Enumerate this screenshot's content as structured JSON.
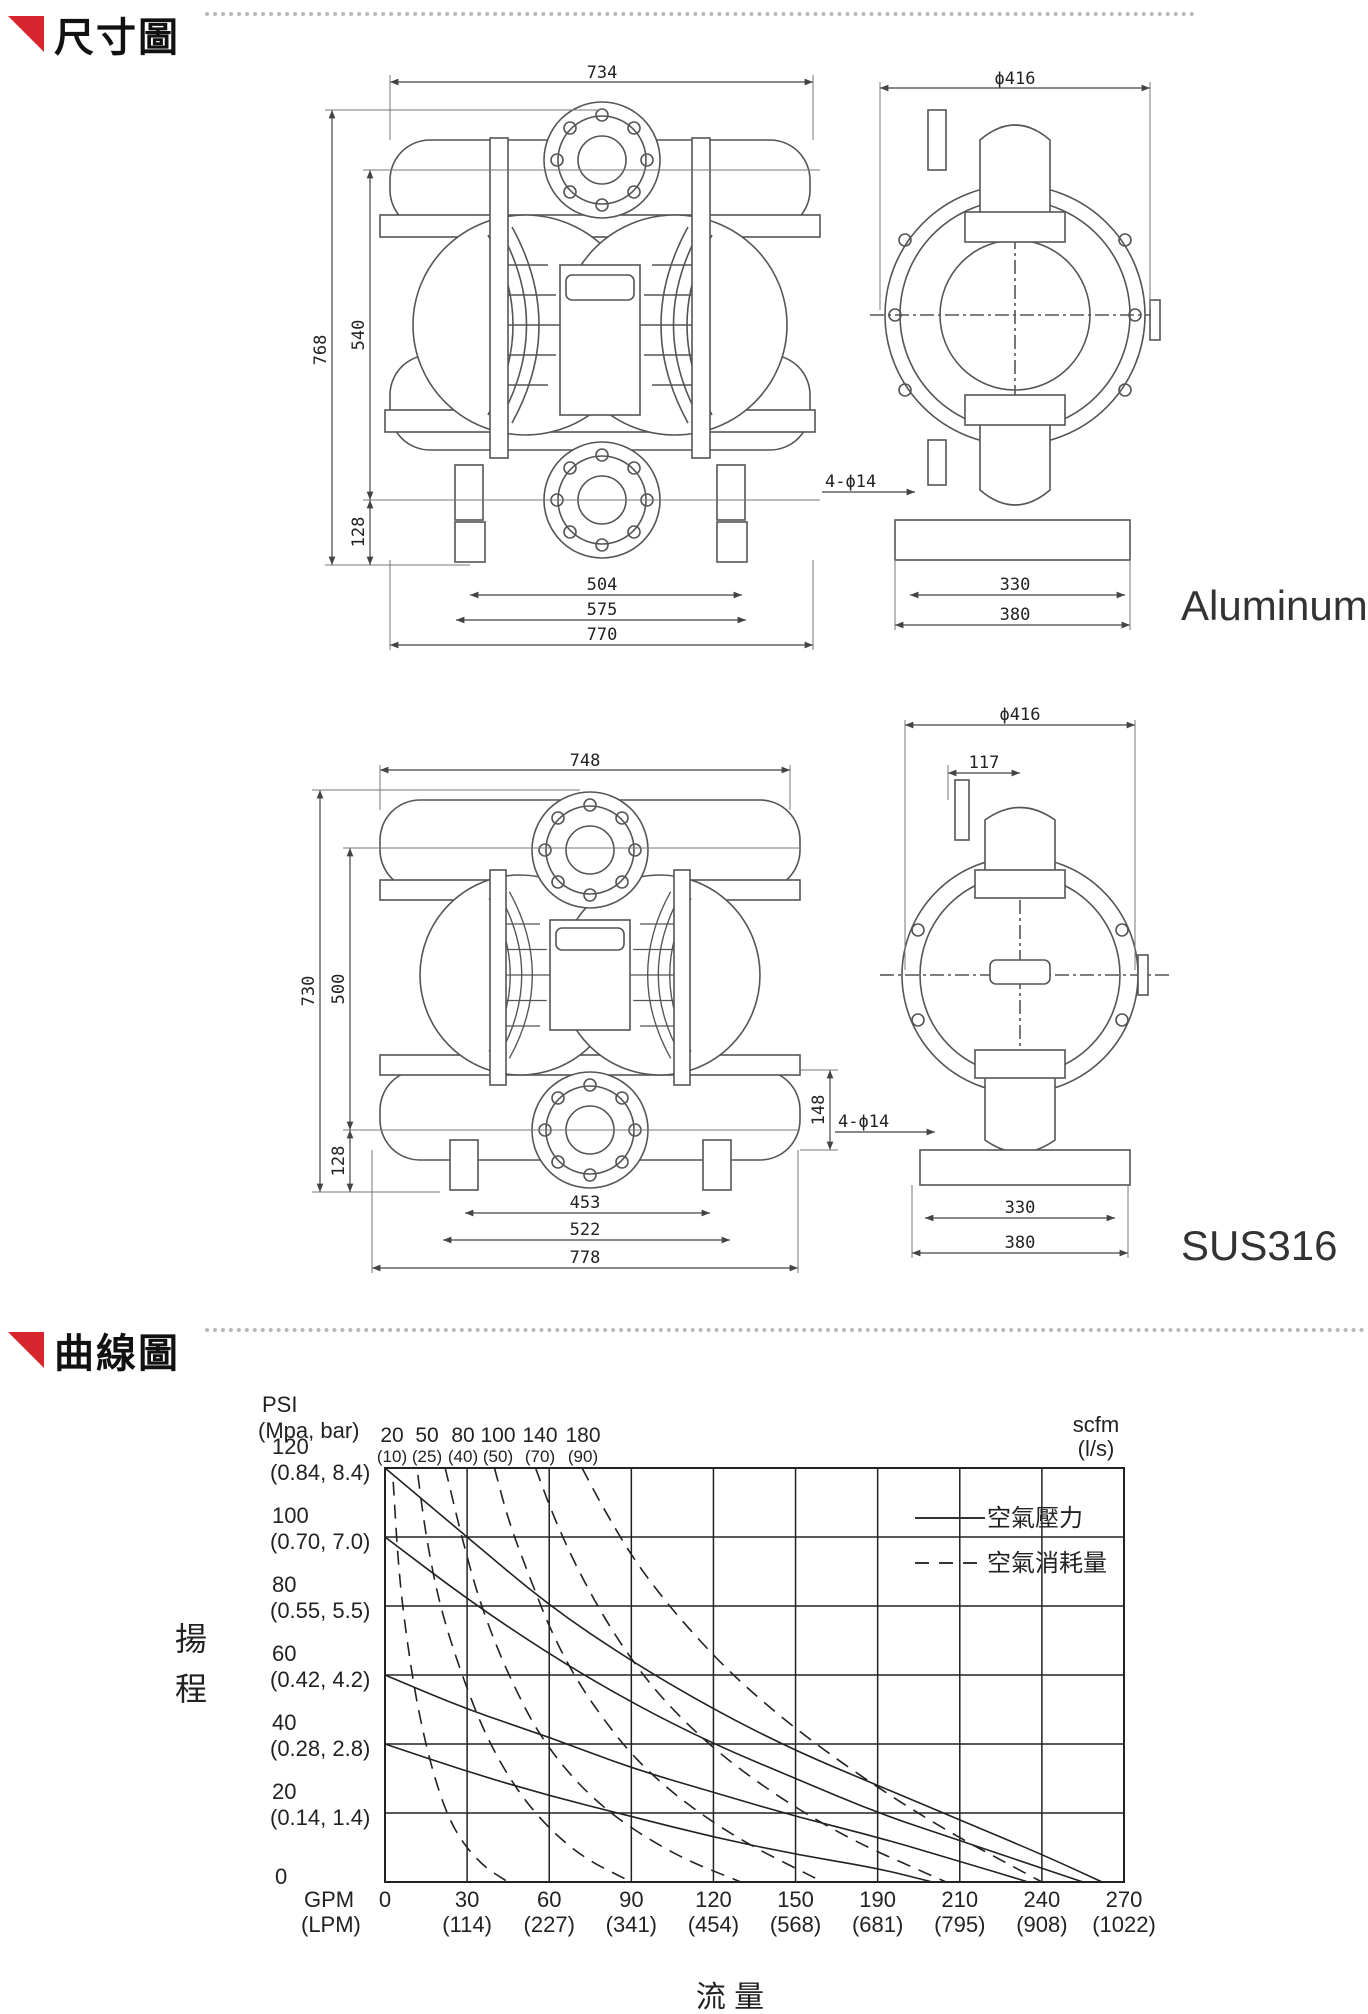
{
  "sections": {
    "dimensions": "尺寸圖",
    "curve": "曲線圖"
  },
  "materials": {
    "aluminum": "Aluminum",
    "sus316": "SUS316"
  },
  "aluminum_dims": {
    "width_top": "734",
    "phi_side": "ϕ416",
    "height_total": "768",
    "height_inner": "540",
    "height_base": "128",
    "bolt": "4-ϕ14",
    "base_504": "504",
    "base_575": "575",
    "base_770": "770",
    "side_330": "330",
    "side_380": "380"
  },
  "sus_dims": {
    "width_top": "748",
    "phi_side": "ϕ416",
    "offset_117": "117",
    "height_total": "730",
    "height_inner": "500",
    "height_base": "128",
    "height_148": "148",
    "bolt": "4-ϕ14",
    "base_453": "453",
    "base_522": "522",
    "base_778": "778",
    "side_330": "330",
    "side_380": "380"
  },
  "chart_data": {
    "type": "line",
    "yaxis_title": "PSI",
    "yaxis_subtitle": "(Mpa, bar)",
    "ylabel_cn": [
      "揚",
      "程"
    ],
    "xlabel_cn": "流 量",
    "xunit_top": "GPM",
    "xunit_bottom": "(LPM)",
    "scfm_label": "scfm",
    "scfm_sub": "(l/s)",
    "legend_solid": "空氣壓力",
    "legend_dashed": "空氣消耗量",
    "xlim": [
      0,
      270
    ],
    "ylim": [
      0,
      120
    ],
    "y_ticks": [
      {
        "v": 0,
        "a": "0",
        "b": ""
      },
      {
        "v": 20,
        "a": "20",
        "b": "(0.14, 1.4)"
      },
      {
        "v": 40,
        "a": "40",
        "b": "(0.28, 2.8)"
      },
      {
        "v": 60,
        "a": "60",
        "b": "(0.42, 4.2)"
      },
      {
        "v": 80,
        "a": "80",
        "b": "(0.55, 5.5)"
      },
      {
        "v": 100,
        "a": "100",
        "b": "(0.70, 7.0)"
      },
      {
        "v": 120,
        "a": "120",
        "b": "(0.84, 8.4)"
      }
    ],
    "x_ticks": [
      {
        "v": 0,
        "a": "0",
        "b": ""
      },
      {
        "v": 30,
        "a": "30",
        "b": "(114)"
      },
      {
        "v": 60,
        "a": "60",
        "b": "(227)"
      },
      {
        "v": 90,
        "a": "90",
        "b": "(341)"
      },
      {
        "v": 120,
        "a": "120",
        "b": "(454)"
      },
      {
        "v": 150,
        "a": "150",
        "b": "(568)"
      },
      {
        "v": 180,
        "a": "190",
        "b": "(681)"
      },
      {
        "v": 210,
        "a": "210",
        "b": "(795)"
      },
      {
        "v": 240,
        "a": "240",
        "b": "(908)"
      },
      {
        "v": 270,
        "a": "270",
        "b": "(1022)"
      }
    ],
    "scfm_ticks": [
      {
        "a": "20",
        "b": "(10)"
      },
      {
        "a": "50",
        "b": "(25)"
      },
      {
        "a": "80",
        "b": "(40)"
      },
      {
        "a": "100",
        "b": "(50)"
      },
      {
        "a": "140",
        "b": "(70)"
      },
      {
        "a": "180",
        "b": "(90)"
      }
    ],
    "pressure_curves": [
      [
        [
          0,
          120
        ],
        [
          30,
          100
        ],
        [
          60,
          80
        ],
        [
          90,
          64
        ],
        [
          120,
          50
        ],
        [
          150,
          38
        ],
        [
          180,
          28
        ],
        [
          210,
          18
        ],
        [
          240,
          8
        ],
        [
          262,
          0
        ]
      ],
      [
        [
          0,
          100
        ],
        [
          30,
          82
        ],
        [
          60,
          66
        ],
        [
          90,
          52
        ],
        [
          120,
          40
        ],
        [
          150,
          30
        ],
        [
          180,
          20
        ],
        [
          210,
          12
        ],
        [
          240,
          4
        ],
        [
          255,
          0
        ]
      ],
      [
        [
          0,
          60
        ],
        [
          30,
          50
        ],
        [
          60,
          42
        ],
        [
          90,
          33
        ],
        [
          120,
          26
        ],
        [
          150,
          19
        ],
        [
          180,
          13
        ],
        [
          210,
          6
        ],
        [
          235,
          0
        ]
      ],
      [
        [
          0,
          40
        ],
        [
          30,
          32
        ],
        [
          60,
          25
        ],
        [
          90,
          19
        ],
        [
          120,
          13
        ],
        [
          150,
          8
        ],
        [
          180,
          4
        ],
        [
          200,
          0
        ]
      ]
    ],
    "air_curves": [
      [
        [
          3,
          116
        ],
        [
          5,
          90
        ],
        [
          8,
          70
        ],
        [
          12,
          50
        ],
        [
          18,
          30
        ],
        [
          25,
          15
        ],
        [
          35,
          5
        ],
        [
          45,
          0
        ]
      ],
      [
        [
          12,
          118
        ],
        [
          15,
          100
        ],
        [
          20,
          80
        ],
        [
          28,
          60
        ],
        [
          38,
          40
        ],
        [
          52,
          22
        ],
        [
          70,
          8
        ],
        [
          90,
          0
        ]
      ],
      [
        [
          22,
          120
        ],
        [
          28,
          100
        ],
        [
          35,
          80
        ],
        [
          45,
          60
        ],
        [
          58,
          40
        ],
        [
          78,
          22
        ],
        [
          105,
          8
        ],
        [
          130,
          0
        ]
      ],
      [
        [
          40,
          120
        ],
        [
          45,
          105
        ],
        [
          52,
          90
        ],
        [
          62,
          70
        ],
        [
          75,
          52
        ],
        [
          95,
          32
        ],
        [
          125,
          14
        ],
        [
          160,
          0
        ]
      ],
      [
        [
          55,
          120
        ],
        [
          62,
          105
        ],
        [
          72,
          88
        ],
        [
          85,
          70
        ],
        [
          102,
          52
        ],
        [
          128,
          33
        ],
        [
          165,
          14
        ],
        [
          205,
          0
        ]
      ],
      [
        [
          72,
          120
        ],
        [
          80,
          108
        ],
        [
          92,
          92
        ],
        [
          110,
          74
        ],
        [
          132,
          56
        ],
        [
          162,
          37
        ],
        [
          200,
          17
        ],
        [
          240,
          0
        ]
      ]
    ]
  }
}
